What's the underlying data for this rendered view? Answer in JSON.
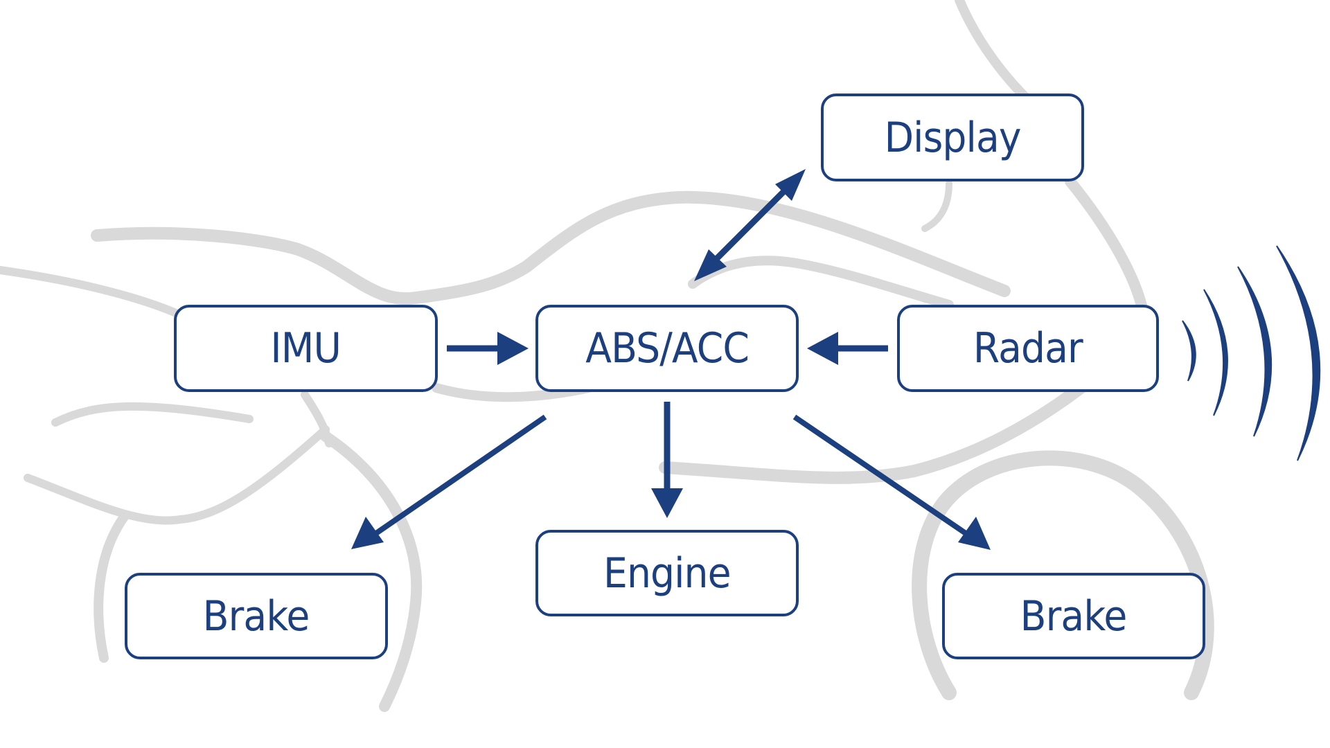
{
  "diagram": {
    "title": "",
    "colors": {
      "primary": "#1c3f80",
      "silhouette": "#d9d9d9",
      "background": "#ffffff"
    },
    "nodes": {
      "display": {
        "label": "Display"
      },
      "imu": {
        "label": "IMU"
      },
      "abs_acc": {
        "label": "ABS/ACC"
      },
      "radar": {
        "label": "Radar"
      },
      "engine": {
        "label": "Engine"
      },
      "brake_front": {
        "label": "Brake"
      },
      "brake_rear": {
        "label": "Brake"
      }
    },
    "edges": [
      {
        "from": "abs_acc",
        "to": "display",
        "direction": "bidirectional"
      },
      {
        "from": "imu",
        "to": "abs_acc",
        "direction": "forward"
      },
      {
        "from": "radar",
        "to": "abs_acc",
        "direction": "forward"
      },
      {
        "from": "abs_acc",
        "to": "engine",
        "direction": "forward"
      },
      {
        "from": "abs_acc",
        "to": "brake_rear",
        "direction": "forward"
      },
      {
        "from": "abs_acc",
        "to": "brake_front",
        "direction": "forward"
      }
    ],
    "decorations": [
      "motorcycle-silhouette",
      "radar-wave-icon"
    ]
  }
}
